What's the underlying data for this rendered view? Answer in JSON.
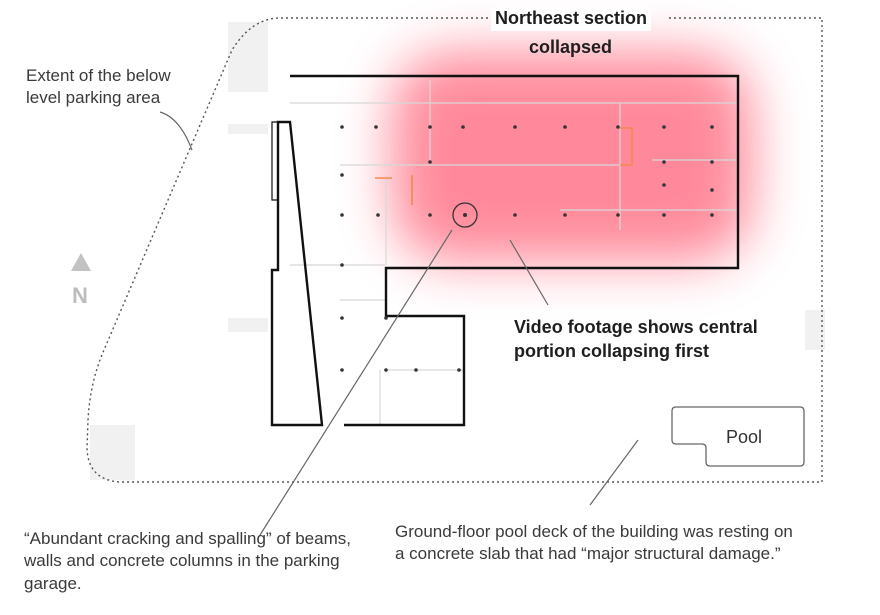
{
  "diagram": {
    "title": {
      "line1": "Northeast section",
      "line2": "collapsed"
    },
    "labels": {
      "extent": "Extent of the below level parking area",
      "video": "Video footage shows central portion collapsing first",
      "pool": "Pool",
      "cracking": "“Abundant cracking and spalling” of beams, walls and concrete columns in the parking garage.",
      "pool_deck": "Ground-floor pool deck of the building was resting on a concrete slab that had “major structural damage.”"
    },
    "north_arrow": "N",
    "colors": {
      "collapse_zone": "#ff2a4a",
      "outline": "#111111",
      "dotted_boundary": "#555555",
      "leader_lines": "#666666",
      "columns": "#333333",
      "orange_marks": "#f08a4b"
    },
    "icons": [
      "north-arrow-icon"
    ]
  }
}
